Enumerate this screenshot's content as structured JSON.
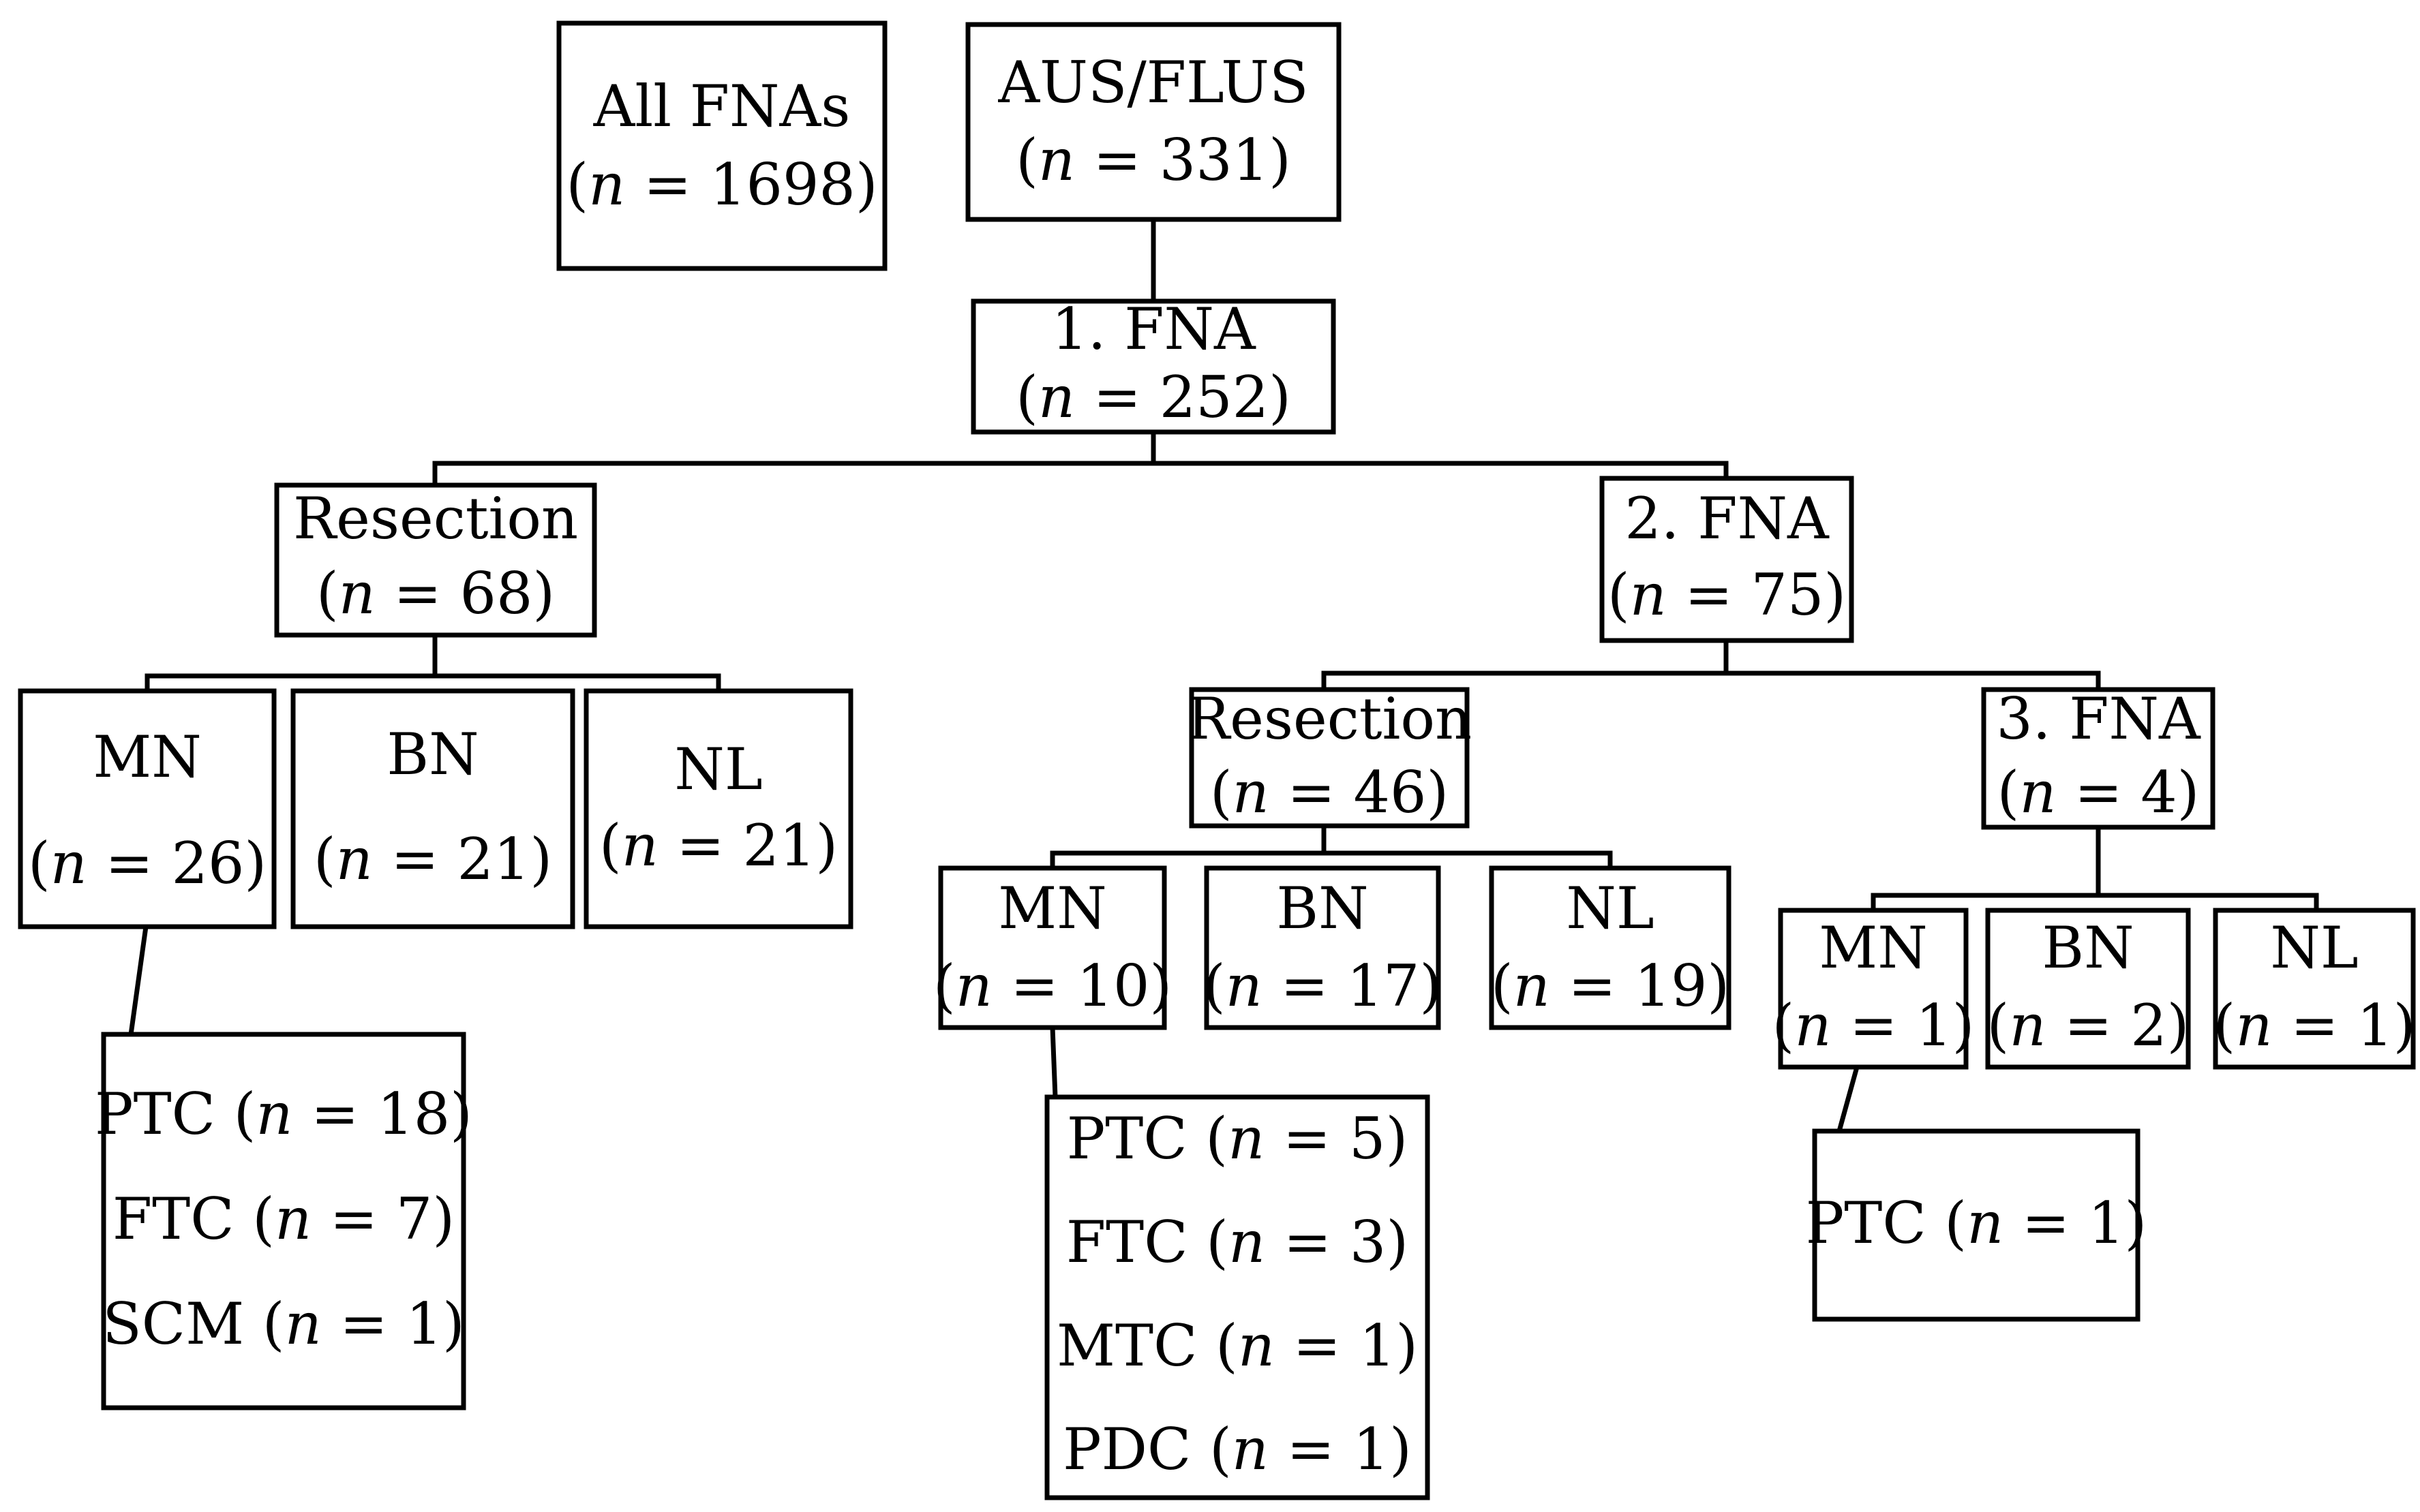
{
  "nodes": {
    "all_fnas": {
      "label": "All FNAs",
      "count": "1698"
    },
    "aus_flus": {
      "label": "AUS/FLUS",
      "count": "331"
    },
    "fna1": {
      "label": "1. FNA",
      "count": "252"
    },
    "resection1": {
      "label": "Resection",
      "count": "68"
    },
    "fna2": {
      "label": "2. FNA",
      "count": "75"
    },
    "mn1": {
      "label": "MN",
      "count": "26"
    },
    "bn1": {
      "label": "BN",
      "count": "21"
    },
    "nl1": {
      "label": "NL",
      "count": "21"
    },
    "resection2": {
      "label": "Resection",
      "count": "46"
    },
    "fna3": {
      "label": "3. FNA",
      "count": "4"
    },
    "mn2": {
      "label": "MN",
      "count": "10"
    },
    "bn2": {
      "label": "BN",
      "count": "17"
    },
    "nl2": {
      "label": "NL",
      "count": "19"
    },
    "mn3": {
      "label": "MN",
      "count": "1"
    },
    "bn3": {
      "label": "BN",
      "count": "2"
    },
    "nl3": {
      "label": "NL",
      "count": "1"
    }
  },
  "outcomes": {
    "mn1": [
      {
        "label": "PTC",
        "count": "18"
      },
      {
        "label": "FTC",
        "count": "7"
      },
      {
        "label": "SCM",
        "count": "1"
      }
    ],
    "mn2": [
      {
        "label": "PTC",
        "count": "5"
      },
      {
        "label": "FTC",
        "count": "3"
      },
      {
        "label": "MTC",
        "count": "1"
      },
      {
        "label": "PDC",
        "count": "1"
      }
    ],
    "mn3": [
      {
        "label": "PTC",
        "count": "1"
      }
    ]
  },
  "style": {
    "line_color": "#000000",
    "box_fill": "#ffffff",
    "text_color": "#000000"
  }
}
